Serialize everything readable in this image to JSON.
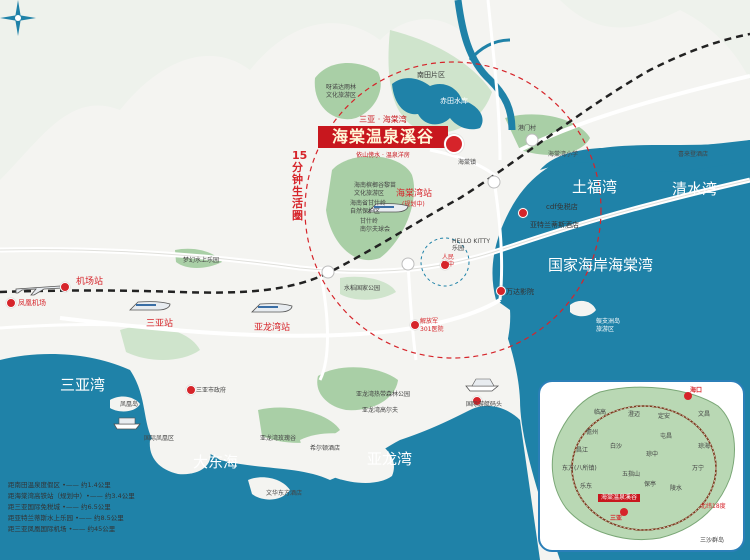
{
  "project": {
    "top_text": "三亚 · 海棠湾",
    "name": "海棠温泉溪谷",
    "badge_tag": "海棠",
    "subtitle": "依山傍水 · 温泉洋房"
  },
  "annotations": {
    "circle_time": "15分钟生活圈"
  },
  "seas": {
    "tufu_bay": "土福湾",
    "qingshui_bay": "清水湾",
    "haitang_bay": "国家海岸海棠湾",
    "sanya_bay": "三亚湾",
    "dadong_sea": "大东海",
    "yalong_bay": "亚龙湾"
  },
  "stations": {
    "airport": "机场站",
    "phoenix_airport": "凤凰机场",
    "sanya_station": "三亚站",
    "yalong_bay_station": "亚龙湾站",
    "haitang_bay_station": "海棠湾站",
    "haitang_bay_station_note": "(规划中)"
  },
  "pois": {
    "nantian": "南田片区",
    "chitian_reservoir": "赤田水库",
    "hongtong_forest": "呀诺达雨林\n文化旅游区",
    "cdf": "cdf免税店",
    "atlantis": "亚特兰蒂斯酒店",
    "wanda": "万达影院",
    "hospital": "解放军\n301医院",
    "cruise": "国际游艇码头",
    "city_hall": "三亚市政府",
    "phoenix_island": "凤凰岛",
    "phoenix_scenic": "国际凤凰区",
    "haitang_forest": "海南槟榔谷黎苗\n文化旅游区",
    "ganshiling": "海南省甘什岭\n自然保护区",
    "ganshi_golf": "甘什岭\n南尔夫球会",
    "dream_park": "梦幻水上乐园",
    "shuiniu_park": "水稻国家公园",
    "yalong_forest": "亚龙湾热带森林公园",
    "yalong_golf": "亚龙湾高尔夫",
    "yalong_mall": "亚龙湾玫瑰谷",
    "xierton": "希尔顿酒店",
    "wenhua": "文华东方酒店",
    "haitang_town": "海棠镇",
    "haixiao": "海棠湾小学",
    "reserve": "国家海岸湾\n旅游度假区",
    "wuzhizhou": "蜈支洲岛\n旅游区",
    "gangmen": "港门村",
    "xinchun": "喜来登酒店",
    "people_center": "人民\n附中",
    "hello_kitty": "HELLO KITTY\n乐园"
  },
  "legend": [
    "距南田温泉度假区 •—— 约1.4公里",
    "距海棠湾高铁站（规划中）•—— 约3.4公里",
    "距三亚国际免税城 •—— 约6.5公里",
    "距亚特兰蒂斯水上乐园 •—— 约8.5公里",
    "距三亚凤凰国际机场 •—— 约45公里"
  ],
  "inset": {
    "haikou": "海口",
    "sanya": "三亚",
    "latitude": "北纬18度",
    "islands": "三沙群岛",
    "project_short": "海棠温泉溪谷",
    "cities": [
      "临高",
      "澄迈",
      "定安",
      "文昌",
      "儋州",
      "屯昌",
      "琼海",
      "白沙",
      "琼中",
      "万宁",
      "东方(八所镇)",
      "乐东",
      "五指山",
      "陵水",
      "昌江",
      "保亭"
    ]
  },
  "colors": {
    "sea": "#1f82a8",
    "land": "#f4f4f1",
    "green": "#a9cfa6",
    "accent": "#d6242a",
    "road": "#ffffff"
  }
}
